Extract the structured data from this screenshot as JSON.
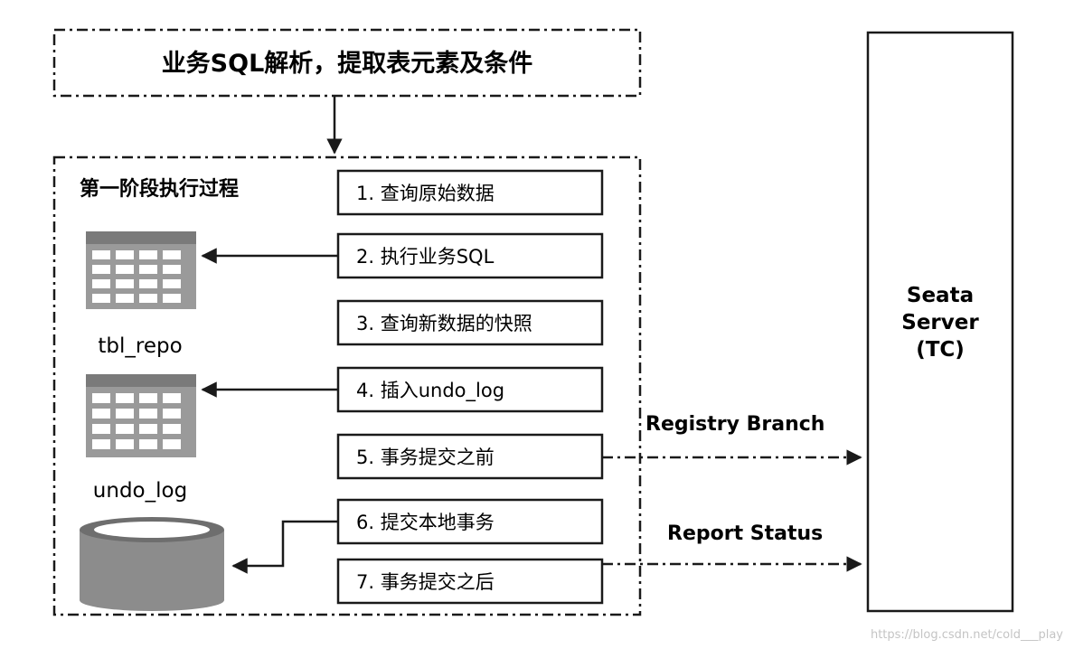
{
  "top_box": {
    "label": "业务SQL解析，提取表元素及条件"
  },
  "phase": {
    "title": "第一阶段执行过程",
    "steps": [
      {
        "label": "1. 查询原始数据"
      },
      {
        "label": "2. 执行业务SQL"
      },
      {
        "label": "3. 查询新数据的快照"
      },
      {
        "label": "4. 插入undo_log"
      },
      {
        "label": "5. 事务提交之前"
      },
      {
        "label": "6. 提交本地事务"
      },
      {
        "label": "7. 事务提交之后"
      }
    ]
  },
  "resources": {
    "tbl_repo": {
      "label": "tbl_repo",
      "icon": "table-icon"
    },
    "undo_log": {
      "label": "undo_log",
      "icon": "table-icon"
    },
    "database": {
      "icon": "database-cylinder-icon"
    }
  },
  "server": {
    "line1": "Seata",
    "line2": "Server",
    "line3": "(TC)"
  },
  "connectors": {
    "registry": "Registry Branch",
    "report": "Report Status"
  },
  "watermark": "https://blog.csdn.net/cold___play",
  "colors": {
    "line": "#1a1a1a",
    "icon_header": "#7a7a7a",
    "icon_body": "#9a9a9a"
  }
}
